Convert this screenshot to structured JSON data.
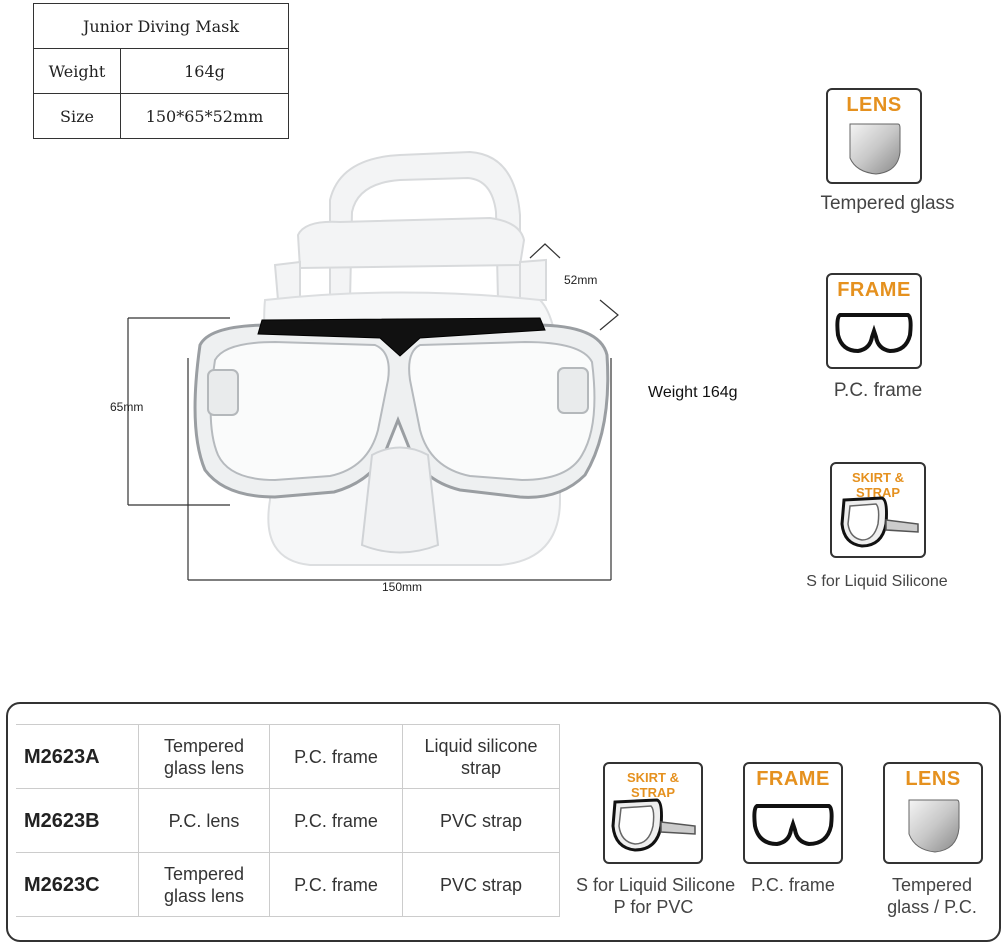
{
  "spec_table": {
    "title": "Junior Diving Mask",
    "rows": [
      {
        "label": "Weight",
        "value": "164g"
      },
      {
        "label": "Size",
        "value": "150*65*52mm"
      }
    ]
  },
  "dimensions": {
    "depth": "52mm",
    "height": "65mm",
    "width": "150mm"
  },
  "weight_label": "Weight 164g",
  "features": [
    {
      "title": "LENS",
      "caption": "Tempered glass",
      "icon": "lens-icon"
    },
    {
      "title": "FRAME",
      "caption": "P.C. frame",
      "icon": "frame-icon"
    },
    {
      "title": "SKIRT & STRAP",
      "caption": "S for Liquid Silicone",
      "icon": "skirt-strap-icon"
    }
  ],
  "products": {
    "rows": [
      {
        "model": "M2623A",
        "lens": "Tempered glass lens",
        "frame": "P.C. frame",
        "strap": "Liquid silicone strap"
      },
      {
        "model": "M2623B",
        "lens": "P.C. lens",
        "frame": "P.C. frame",
        "strap": "PVC strap"
      },
      {
        "model": "M2623C",
        "lens": "Tempered glass lens",
        "frame": "P.C. frame",
        "strap": "PVC strap"
      }
    ],
    "legend": [
      {
        "title": "SKIRT & STRAP",
        "line1": "S for Liquid Silicone",
        "line2": "P for PVC"
      },
      {
        "title": "FRAME",
        "line1": "P.C. frame",
        "line2": ""
      },
      {
        "title": "LENS",
        "line1": "Tempered",
        "line2": "glass / P.C."
      }
    ]
  },
  "colors": {
    "accent": "#e5911f",
    "border": "#333333"
  }
}
